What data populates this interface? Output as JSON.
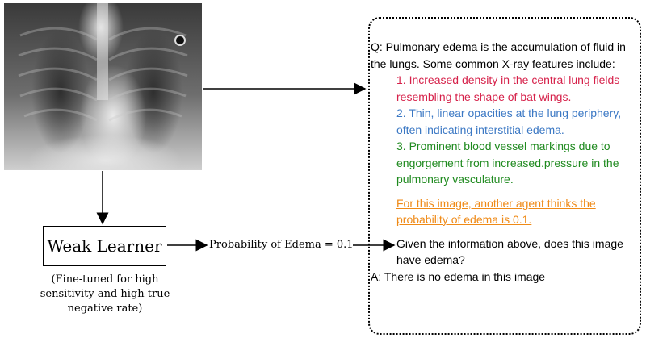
{
  "weak_learner": {
    "label": "Weak Learner",
    "caption": "(Fine-tuned for high sensitivity and high true negative rate)"
  },
  "probability_label": "Probability of Edema = 0.1",
  "prompt": {
    "question_intro": "Q: Pulmonary edema is the accumulation of fluid in the lungs. Some common X-ray features include:",
    "feature_1": "1. Increased density in the central lung fields resembling the shape of bat wings.",
    "feature_2": "2. Thin, linear opacities at the lung periphery, often indicating interstitial edema.",
    "feature_3": "3. Prominent blood vessel markings due to engorgement from increased.pressure in the pulmonary vasculature.",
    "agent_hint": "For this image, another agent thinks the probability of edema is 0.1.",
    "question_end": "Given the information above, does this image have edema?",
    "answer": "A: There is no edema in this image"
  },
  "colors": {
    "feature_1": "#d6214a",
    "feature_2": "#3b78c4",
    "feature_3": "#1f8a1f",
    "agent_hint": "#ef8a17"
  }
}
